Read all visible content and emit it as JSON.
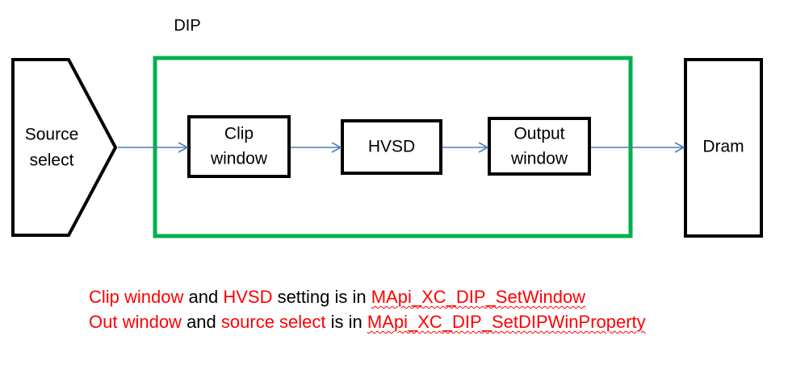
{
  "diagram": {
    "title": "DIP video pipeline block diagram",
    "group": {
      "label": "DIP",
      "border_color": "#00B050"
    },
    "nodes": [
      {
        "id": "source-select",
        "shape": "pentagon-arrow",
        "label_line1": "Source",
        "label_line2": "select",
        "border_color": "#000000"
      },
      {
        "id": "clip-window",
        "shape": "rect",
        "label_line1": "Clip",
        "label_line2": "window",
        "border_color": "#000000"
      },
      {
        "id": "hvsd",
        "shape": "rect",
        "label_line1": "HVSD",
        "label_line2": "",
        "border_color": "#000000"
      },
      {
        "id": "output-window",
        "shape": "rect",
        "label_line1": "Output",
        "label_line2": "window",
        "border_color": "#000000"
      },
      {
        "id": "dram",
        "shape": "rect",
        "label_line1": "Dram",
        "label_line2": "",
        "border_color": "#000000"
      }
    ],
    "connectors": [
      {
        "from": "source-select",
        "to": "clip-window",
        "color": "#4A7EBB"
      },
      {
        "from": "clip-window",
        "to": "hvsd",
        "color": "#4A7EBB"
      },
      {
        "from": "hvsd",
        "to": "output-window",
        "color": "#4A7EBB"
      },
      {
        "from": "output-window",
        "to": "dram",
        "color": "#4A7EBB"
      }
    ]
  },
  "caption": {
    "line1": [
      {
        "text": "Clip window",
        "style": "red"
      },
      {
        "text": " and ",
        "style": "black"
      },
      {
        "text": "HVSD",
        "style": "red"
      },
      {
        "text": " setting is in ",
        "style": "black"
      },
      {
        "text": "MApi_XC_DIP_SetWindow",
        "style": "api"
      }
    ],
    "line2": [
      {
        "text": "Out window",
        "style": "red"
      },
      {
        "text": " and ",
        "style": "black"
      },
      {
        "text": "source select",
        "style": "red"
      },
      {
        "text": " is in ",
        "style": "black"
      },
      {
        "text": "MApi_XC_DIP_SetDIPWinProperty",
        "style": "api"
      }
    ]
  },
  "colors": {
    "red": "#FF0000",
    "green": "#00B050",
    "arrow_blue": "#4A7EBB",
    "black": "#000000",
    "background": "#FFFFFF"
  }
}
